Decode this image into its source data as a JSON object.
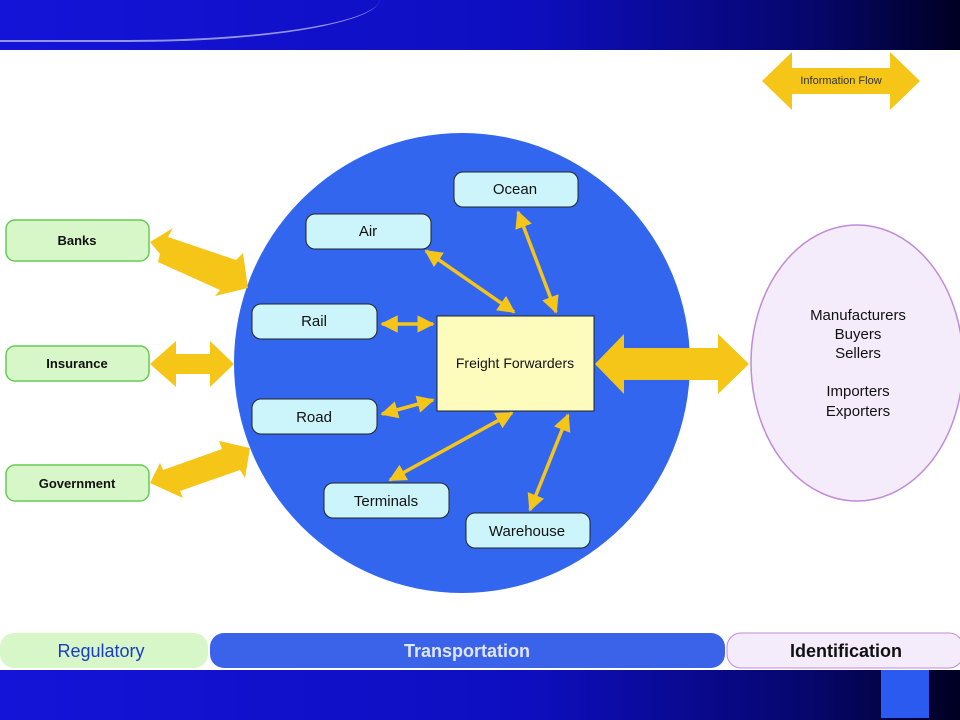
{
  "legend": {
    "label": "Information Flow"
  },
  "left_boxes": [
    {
      "id": "banks",
      "label": "Banks"
    },
    {
      "id": "insurance",
      "label": "Insurance"
    },
    {
      "id": "government",
      "label": "Government"
    }
  ],
  "modes": [
    {
      "id": "ocean",
      "label": "Ocean"
    },
    {
      "id": "air",
      "label": "Air"
    },
    {
      "id": "rail",
      "label": "Rail"
    },
    {
      "id": "road",
      "label": "Road"
    },
    {
      "id": "terminals",
      "label": "Terminals"
    },
    {
      "id": "warehouse",
      "label": "Warehouse"
    }
  ],
  "center": {
    "label": "Freight Forwarders"
  },
  "right_oval": {
    "lines": [
      "Manufacturers",
      "Buyers",
      "Sellers",
      "",
      "Importers",
      "Exporters"
    ]
  },
  "bottom_tabs": {
    "regulatory": "Regulatory",
    "transportation": "Transportation",
    "identification": "Identification"
  },
  "colors": {
    "circle": "#3366ee",
    "arrow": "#f5c518",
    "green_box": "#d8f7c8",
    "green_border": "#66cc55",
    "mode_box": "#ccf5fb",
    "center_box": "#fefcbc",
    "oval": "#f4ecfa",
    "oval_border": "#c08ad8",
    "transport_tab": "#3a63ea"
  }
}
